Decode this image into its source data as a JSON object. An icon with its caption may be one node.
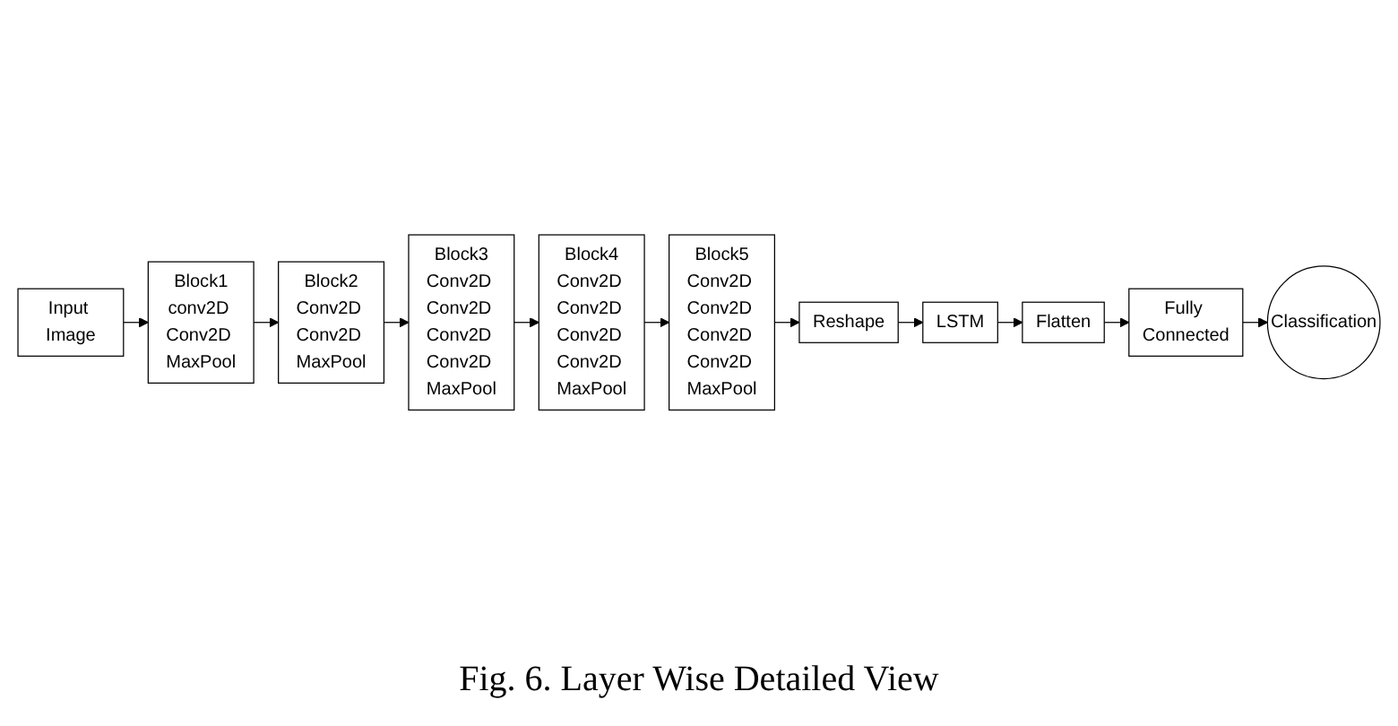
{
  "diagram": {
    "caption": "Fig. 6. Layer Wise Detailed View",
    "nodes": [
      {
        "text": [
          "Input Image"
        ]
      },
      {
        "text": [
          "Block1",
          "conv2D Conv2D MaxPool"
        ]
      },
      {
        "text": [
          "Block2",
          "Conv2D Conv2D MaxPool"
        ]
      },
      {
        "text": [
          "Block3",
          "Conv2D Conv2D Conv2D Conv2D MaxPool"
        ]
      },
      {
        "text": [
          "Block4",
          "Conv2D Conv2D Conv2D Conv2D MaxPool"
        ]
      },
      {
        "text": [
          "Block5",
          "Conv2D Conv2D Conv2D Conv2D MaxPool"
        ]
      },
      {
        "text": [
          "Reshape"
        ]
      },
      {
        "text": [
          "LSTM"
        ]
      },
      {
        "text": [
          "Flatten"
        ]
      },
      {
        "text": [
          "Fully Connected"
        ]
      },
      {
        "text": [
          "Classification"
        ]
      }
    ],
    "edges": [
      {
        "from": 0,
        "to": 1,
        "arrow": "to"
      },
      {
        "from": 1,
        "to": 2,
        "arrow": "to"
      },
      {
        "from": 2,
        "to": 3,
        "arrow": "to"
      },
      {
        "from": 3,
        "to": 4,
        "arrow": "to"
      },
      {
        "from": 4,
        "to": 5,
        "arrow": "to"
      },
      {
        "from": 5,
        "to": 6,
        "arrow": "to"
      },
      {
        "from": 6,
        "to": 7,
        "arrow": "to"
      },
      {
        "from": 7,
        "to": 8,
        "arrow": "to"
      },
      {
        "from": 8,
        "to": 9,
        "arrow": "to"
      },
      {
        "from": 9,
        "to": 10,
        "arrow": "to"
      }
    ]
  }
}
